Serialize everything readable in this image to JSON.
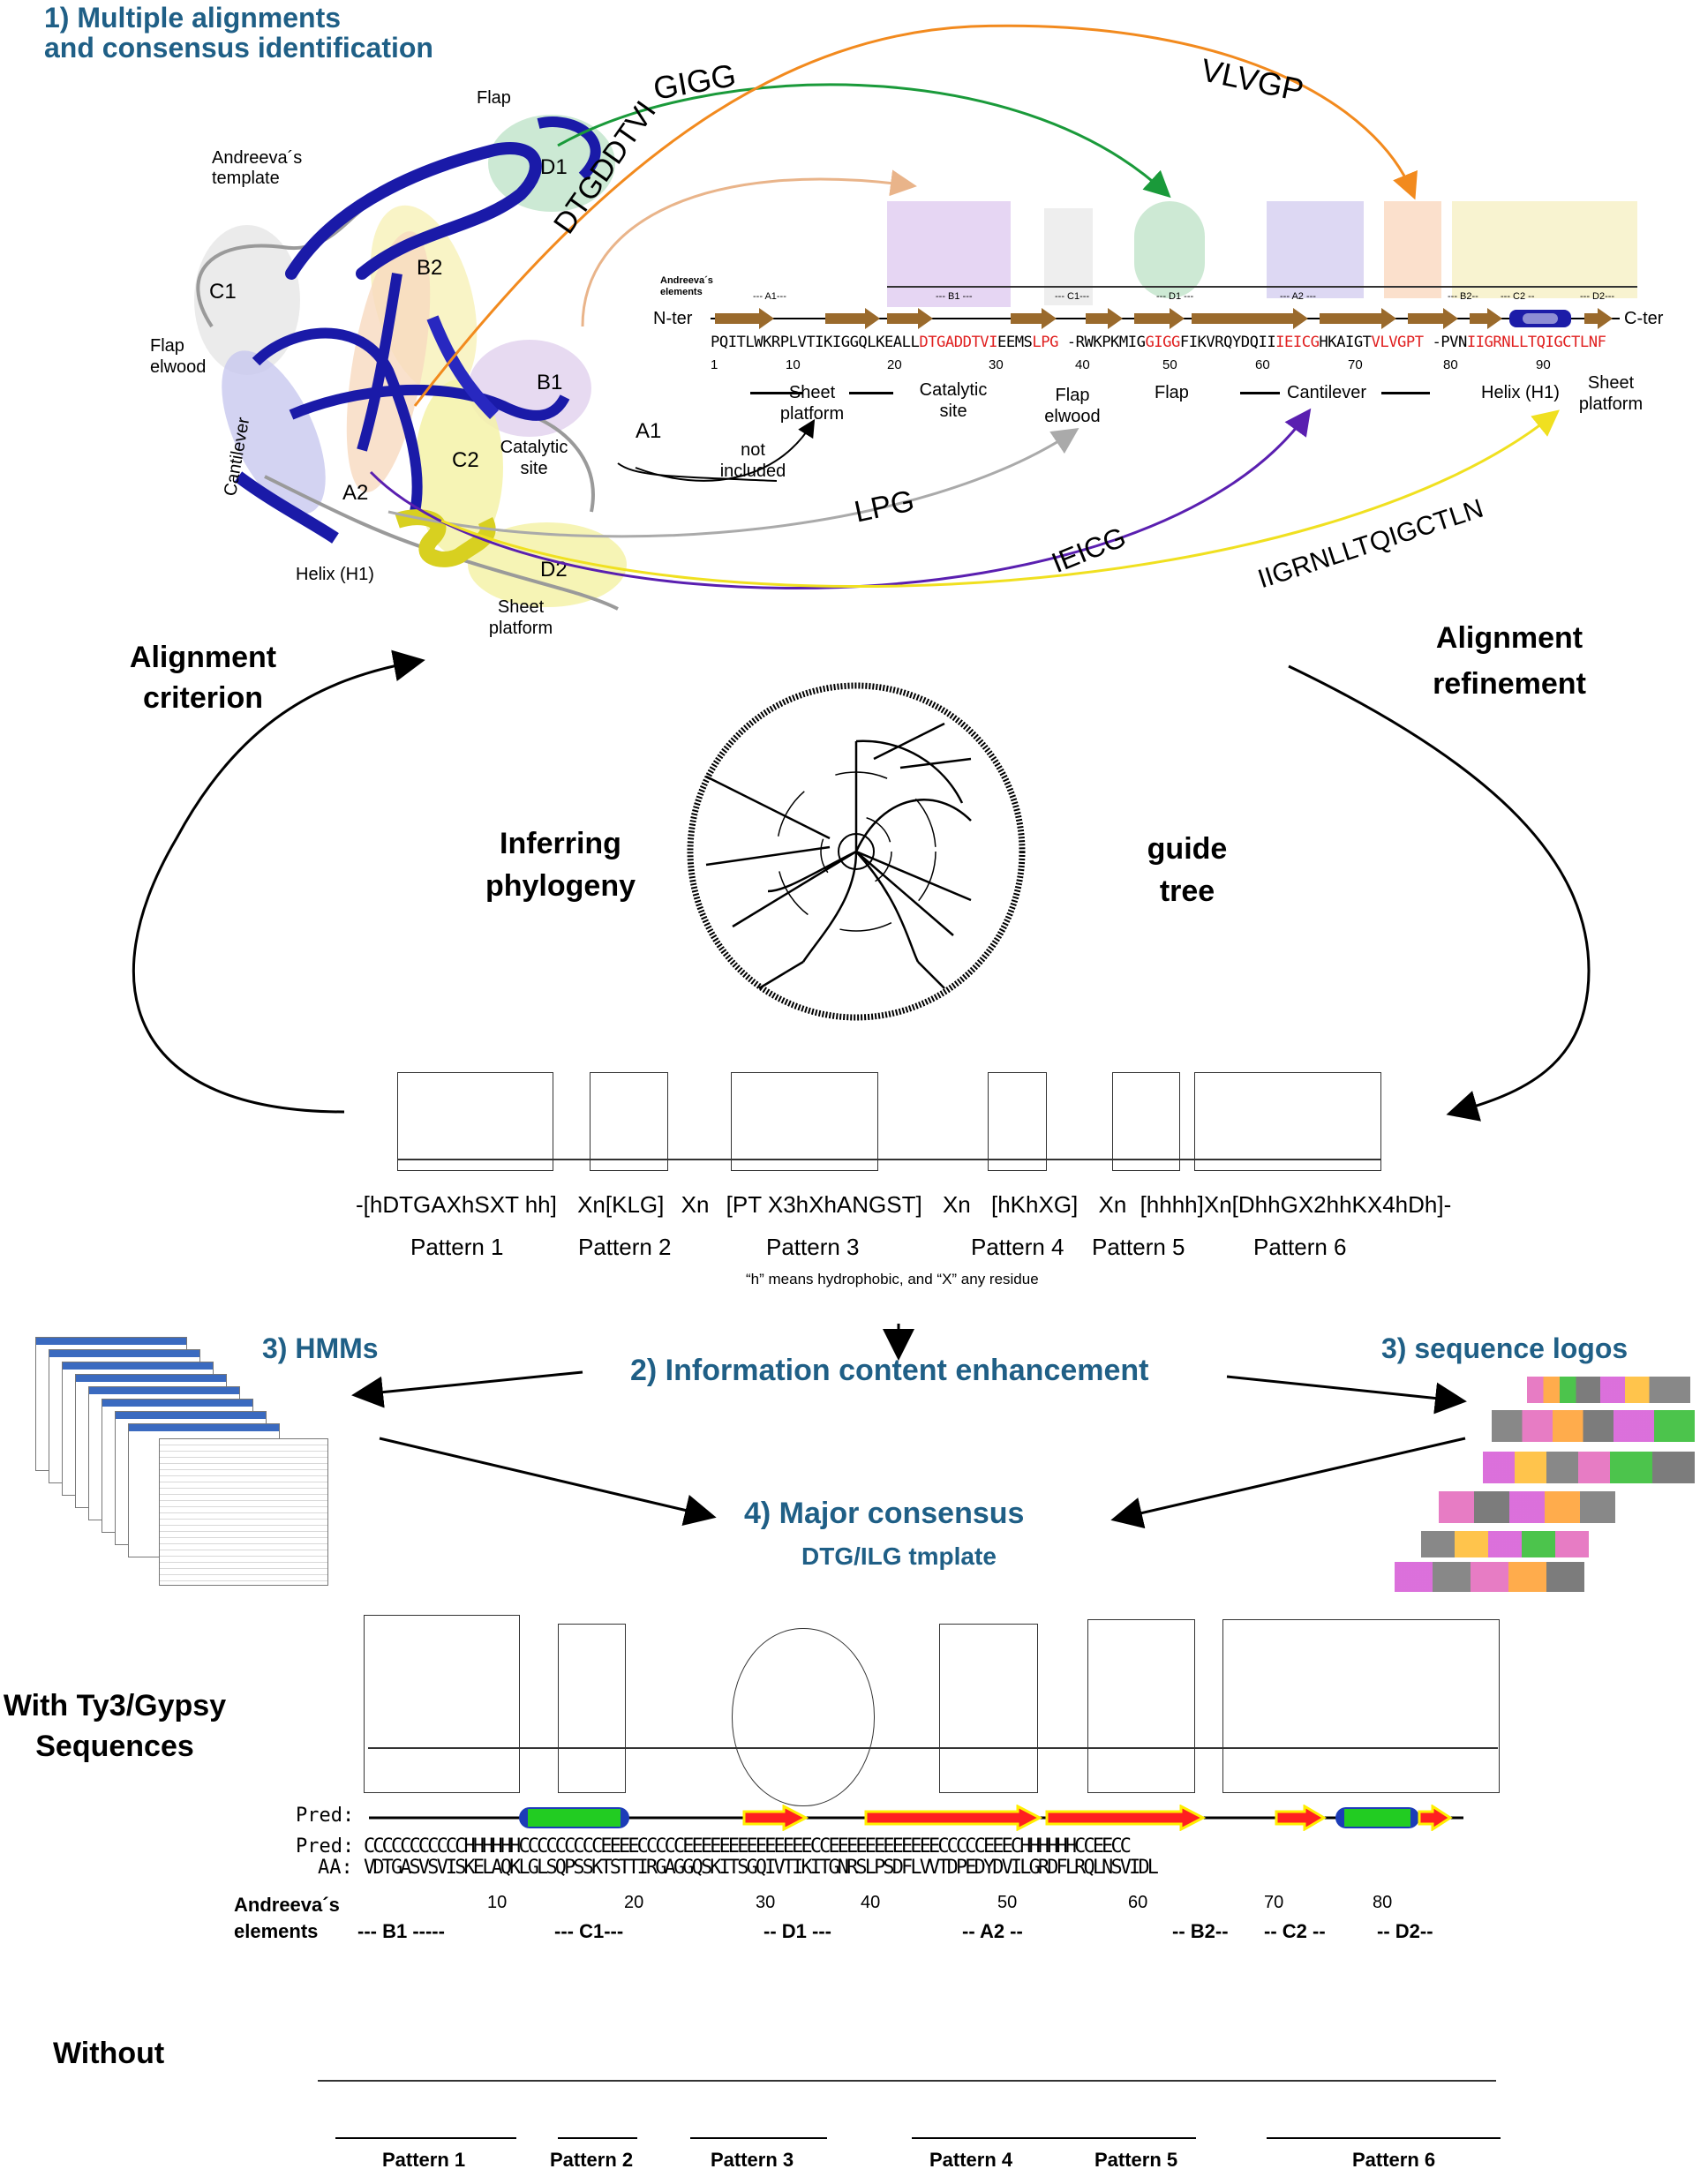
{
  "section1": {
    "title_line1": "1) Multiple alignments",
    "title_line2": "and consensus identification"
  },
  "structure_labels": {
    "flap": "Flap",
    "template": "Andreeva´s template",
    "flap_elwood": "Flap elwood",
    "cantilever": "Cantilever",
    "catalytic": "Catalytic site",
    "helix": "Helix (H1)",
    "sheet": "Sheet platform",
    "d1": "D1",
    "b2": "B2",
    "c1": "C1",
    "b1": "B1",
    "c2": "C2",
    "a2": "A2",
    "a1": "A1",
    "d2": "D2"
  },
  "motifs": {
    "gigg": "GIGG",
    "vlvgp": "VLVGP",
    "dtg": "DTGDDTVI",
    "lpg": "LPG",
    "ieicg": "IEICG",
    "iigrn": "IIGRNLLTQIGCTLN",
    "not_included": "not included"
  },
  "seq_panel": {
    "andreeva": "Andreeva´s elements",
    "elements": [
      "--- A1---",
      "--- B1 ---",
      "--- C1---",
      "--- D1 ---",
      "--- A2 ---",
      "--- B2--",
      "--- C2 --",
      "--- D2---"
    ],
    "nter": "N-ter",
    "cter": "C-ter",
    "sequence_black1": "PQITLWKRPLVTIKIGGQLKEALL",
    "sequence_red1": "DTGADDTVI",
    "sequence_black2": "EEMS",
    "sequence_red2": "LPG",
    "sequence_black3": " -RWKPKMIG",
    "sequence_red3": "GIGG",
    "sequence_black4": "FIKVRQYDQII",
    "sequence_red4": "IEICG",
    "sequence_black5": "HKAIGT",
    "sequence_red5": "VLVGPT",
    "sequence_black6": " -PVN",
    "sequence_red6": "IIGRNLLTQIGCTLNF",
    "ticks": [
      "1",
      "10",
      "20",
      "30",
      "40",
      "50",
      "60",
      "70",
      "80",
      "90"
    ],
    "regions": [
      "Sheet platform",
      "Catalytic site",
      "Flap elwood",
      "Flap",
      "Cantilever",
      "Helix (H1)",
      "Sheet platform"
    ]
  },
  "cycle": {
    "alignment_criterion": "Alignment criterion",
    "alignment_refinement": "Alignment refinement",
    "inferring": "Inferring phylogeny",
    "guide_tree": "guide tree"
  },
  "pattern_formula": {
    "p1": "[hDTGAXhSXT hh]",
    "p2": "[KLG]",
    "p3": "[PT X3hXhANGST]",
    "p4": "[hKhXG]",
    "p5": "[hhhh]",
    "p6": "[DhhGX2hhKX4hDh]",
    "xn": "Xn",
    "labels": [
      "Pattern 1",
      "Pattern 2",
      "Pattern 3",
      "Pattern 4",
      "Pattern 5",
      "Pattern 6"
    ],
    "note": "“h” means hydrophobic, and “X” any residue"
  },
  "section2": {
    "hmms": "3) HMMs",
    "info": "2) Information content enhancement",
    "logos": "3)  sequence logos",
    "major": "4) Major consensus",
    "template": "DTG/ILG tmplate"
  },
  "bottom": {
    "with_line1": "With Ty3/Gypsy",
    "with_line2": "Sequences",
    "pred_label": "Pred:",
    "pred_seq": "CCCCCCCCCCCHHHHHHCCCCCCCCCEEEECCCCCEEEEEEEEEEEEEECCEEEEEEEEEEEECCCCCEEECHHHHHHCCEECC",
    "aa_label": "AA:",
    "aa_seq": "VDTGASVSVISKELAQKLGLSQPSSKTSTTIRGAGGQSKITSGQIVTIKITGNRSLPSDFLVVTDPEDYDVILGRDFLRQLNSVIDL",
    "ticks": [
      "10",
      "20",
      "30",
      "40",
      "50",
      "60",
      "70",
      "80"
    ],
    "andreeva1": "Andreeva´s",
    "andreeva2": "elements",
    "elements": [
      "--- B1 -----",
      "--- C1---",
      "--   D1 ---",
      "-- A2 --",
      "-- B2--",
      "-- C2 --",
      "-- D2--"
    ],
    "without": "Without",
    "patterns": [
      "Pattern 1",
      "Pattern 2",
      "Pattern 3",
      "Pattern 4",
      "Pattern 5",
      "Pattern 6"
    ]
  },
  "colors": {
    "title_blue": "#1f5f86",
    "strand_brown": "#9a6a2c",
    "ribbon_blue": "#1a1aa8",
    "helix_green": "#22cc22",
    "arrow_green": "#1a9a3a",
    "arrow_orange": "#f28a1e",
    "arrow_purple": "#5a1fb0",
    "arrow_yellow": "#f0e020"
  }
}
